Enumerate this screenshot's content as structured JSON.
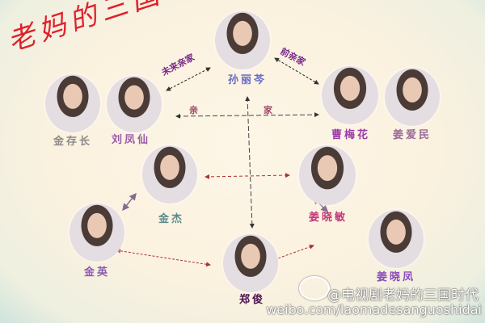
{
  "title": "老妈的三国时代",
  "people": [
    {
      "id": "sun",
      "name": "孙丽芩",
      "color": "#6a6ac8"
    },
    {
      "id": "jincz",
      "name": "金存长",
      "color": "#8a8a8a"
    },
    {
      "id": "liu",
      "name": "刘凤仙",
      "color": "#9a5aa8"
    },
    {
      "id": "cao",
      "name": "曹梅花",
      "color": "#9a3aa8"
    },
    {
      "id": "jiangam",
      "name": "姜爱民",
      "color": "#9a6a9a"
    },
    {
      "id": "jinjie",
      "name": "金杰",
      "color": "#5a8a88"
    },
    {
      "id": "jxm",
      "name": "姜晓敏",
      "color": "#c03a7a"
    },
    {
      "id": "jinying",
      "name": "金英",
      "color": "#8a5ab0"
    },
    {
      "id": "zheng",
      "name": "郑俊",
      "color": "#4a1050"
    },
    {
      "id": "jxf",
      "name": "姜晓凤",
      "color": "#8a4ab8"
    }
  ],
  "relations": {
    "future_inlaws": "未来亲家",
    "former_inlaws": "前亲家",
    "inlaws_left": "亲",
    "inlaws_right": "家"
  },
  "watermark": {
    "handle": "@电视剧老妈的三国时代",
    "url": "weibo.com/laomadesanguoshidai"
  }
}
